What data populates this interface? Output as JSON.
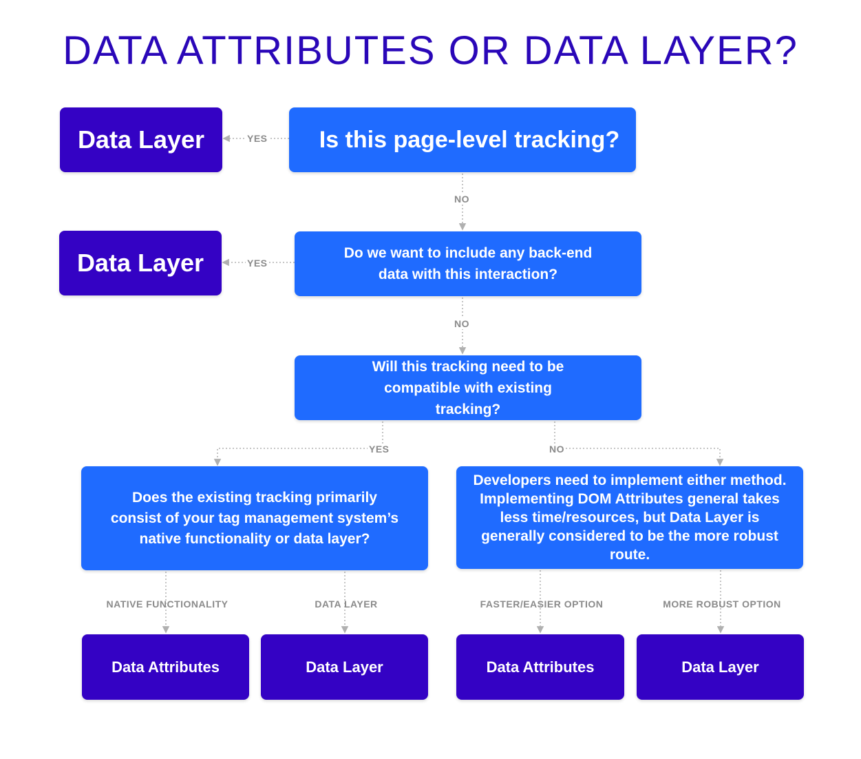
{
  "title": "DATA ATTRIBUTES OR DATA LAYER?",
  "nodes": {
    "q1": "Is this page-level tracking?",
    "q2": "Do we want to include any back-end data with this interaction?",
    "q3": "Will this tracking need to be compatible with existing tracking?",
    "q4": "Does the existing tracking primarily consist of your tag management system’s native functionality or data layer?",
    "q5": "Developers need to implement either method. Implementing DOM Attributes general takes less time/resources, but Data Layer is generally considered to be the more robust route.",
    "r1": "Data Layer",
    "r2": "Data Layer",
    "r3": "Data Attributes",
    "r4": "Data Layer",
    "r5": "Data Attributes",
    "r6": "Data Layer"
  },
  "edge_labels": {
    "q1_yes": "YES",
    "q1_no": "NO",
    "q2_yes": "YES",
    "q2_no": "NO",
    "q3_yes": "YES",
    "q3_no": "NO",
    "q4_native": "NATIVE FUNCTIONALITY",
    "q4_datalayer": "DATA LAYER",
    "q5_faster": "FASTER/EASIER OPTION",
    "q5_robust": "MORE ROBUST OPTION"
  },
  "colors": {
    "question": "#1f6bff",
    "result": "#3402c4",
    "title": "#2a07b8",
    "connector": "#b0b0b0",
    "label": "#8a8a8a"
  }
}
